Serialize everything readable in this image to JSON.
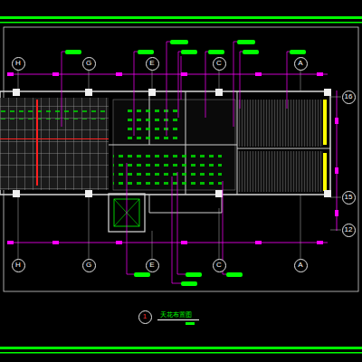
{
  "diagram": {
    "caption": "天花布置图",
    "nodes": [
      {
        "text": [
          "H"
        ]
      },
      {
        "text": [
          "G"
        ]
      },
      {
        "text": [
          "E"
        ]
      },
      {
        "text": [
          "C"
        ]
      },
      {
        "text": [
          "A"
        ]
      },
      {
        "text": [
          "16"
        ]
      },
      {
        "text": [
          "15"
        ]
      },
      {
        "text": [
          "12"
        ]
      },
      {
        "text": [
          "H"
        ]
      },
      {
        "text": [
          "G"
        ]
      },
      {
        "text": [
          "E"
        ]
      },
      {
        "text": [
          "C"
        ]
      },
      {
        "text": [
          "A"
        ]
      },
      {
        "text": [
          "1"
        ]
      }
    ]
  }
}
